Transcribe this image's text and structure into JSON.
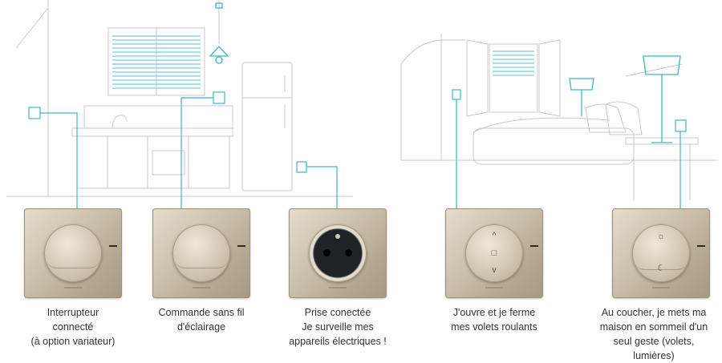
{
  "captions": [
    {
      "lines": [
        "Interrupteur",
        "connecté",
        "(à option variateur)"
      ]
    },
    {
      "lines": [
        "Commande sans fil",
        "d'éclairage"
      ]
    },
    {
      "lines": [
        "Prise conectée",
        "Je surveille mes",
        "appareils électriques !"
      ]
    },
    {
      "lines": [
        "J'ouvre et je ferme",
        "mes volets roulants"
      ]
    },
    {
      "lines": [
        "Au coucher, je mets ma",
        "maison en sommeil d'un",
        "seul geste (volets,",
        "lumières)"
      ]
    }
  ],
  "colors": {
    "accent": "#3cb6c9",
    "line": "#c9c9c9",
    "caption": "#333333"
  },
  "icons": {
    "up": "^",
    "stop": "□",
    "down": "v",
    "sun": "☼",
    "moon": "☾"
  }
}
